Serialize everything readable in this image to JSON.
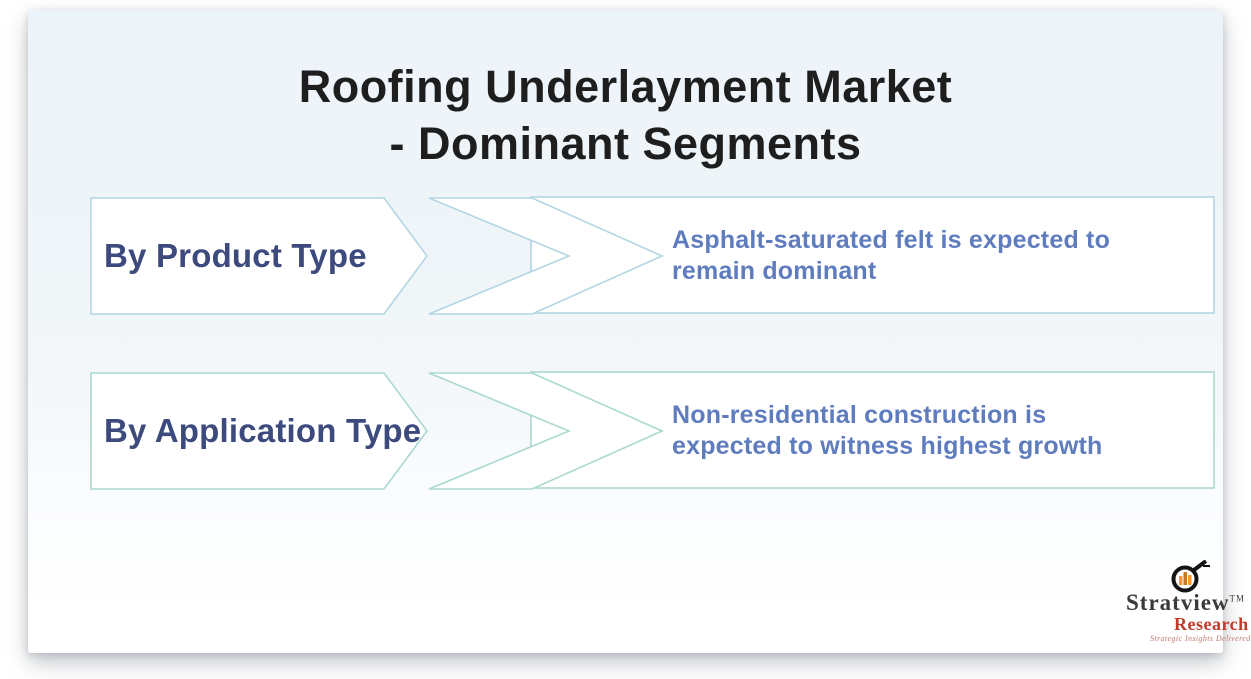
{
  "title": {
    "line1": "Roofing Underlayment Market",
    "line2": "- Dominant Segments"
  },
  "rows": [
    {
      "label": "By Product Type",
      "description": "Asphalt-saturated felt is expected to\nremain dominant",
      "border_color": "#b2d6e4"
    },
    {
      "label": "By Application Type",
      "description": "Non-residential construction is\nexpected to witness highest growth",
      "border_color": "#a9d9cf"
    }
  ],
  "logo": {
    "brand": "Stratview",
    "trademark": "TM",
    "sub_brand": "Research",
    "tagline": "Strategic Insights Delivered",
    "icon": "target-bar-chart-icon",
    "brand_color": "#3a3a3a",
    "sub_brand_color": "#c23a2b",
    "icon_accent_color": "#f0a029"
  },
  "colors": {
    "title_text": "#1e1e1e",
    "label_text": "#3c4a7d",
    "description_text": "#5e7cbe",
    "card_background_top": "#edf4f9",
    "card_background_bottom": "#ffffff",
    "shape_fill": "#ffffff"
  }
}
